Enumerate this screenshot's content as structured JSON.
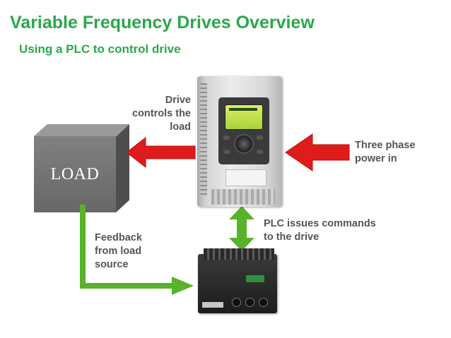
{
  "header": {
    "title": "Variable Frequency Drives Overview",
    "subtitle": "Using a PLC to control drive"
  },
  "labels": {
    "drive_controls": "Drive\ncontrols the\nload",
    "three_phase": "Three phase\npower in",
    "plc_issues": "PLC issues commands\nto the drive",
    "feedback": "Feedback\nfrom load\nsource"
  },
  "nodes": {
    "load": "LOAD"
  },
  "colors": {
    "title_green": "#2aa84a",
    "arrow_red": "#e01b1b",
    "arrow_green": "#58b22a",
    "label_gray": "#555555"
  }
}
